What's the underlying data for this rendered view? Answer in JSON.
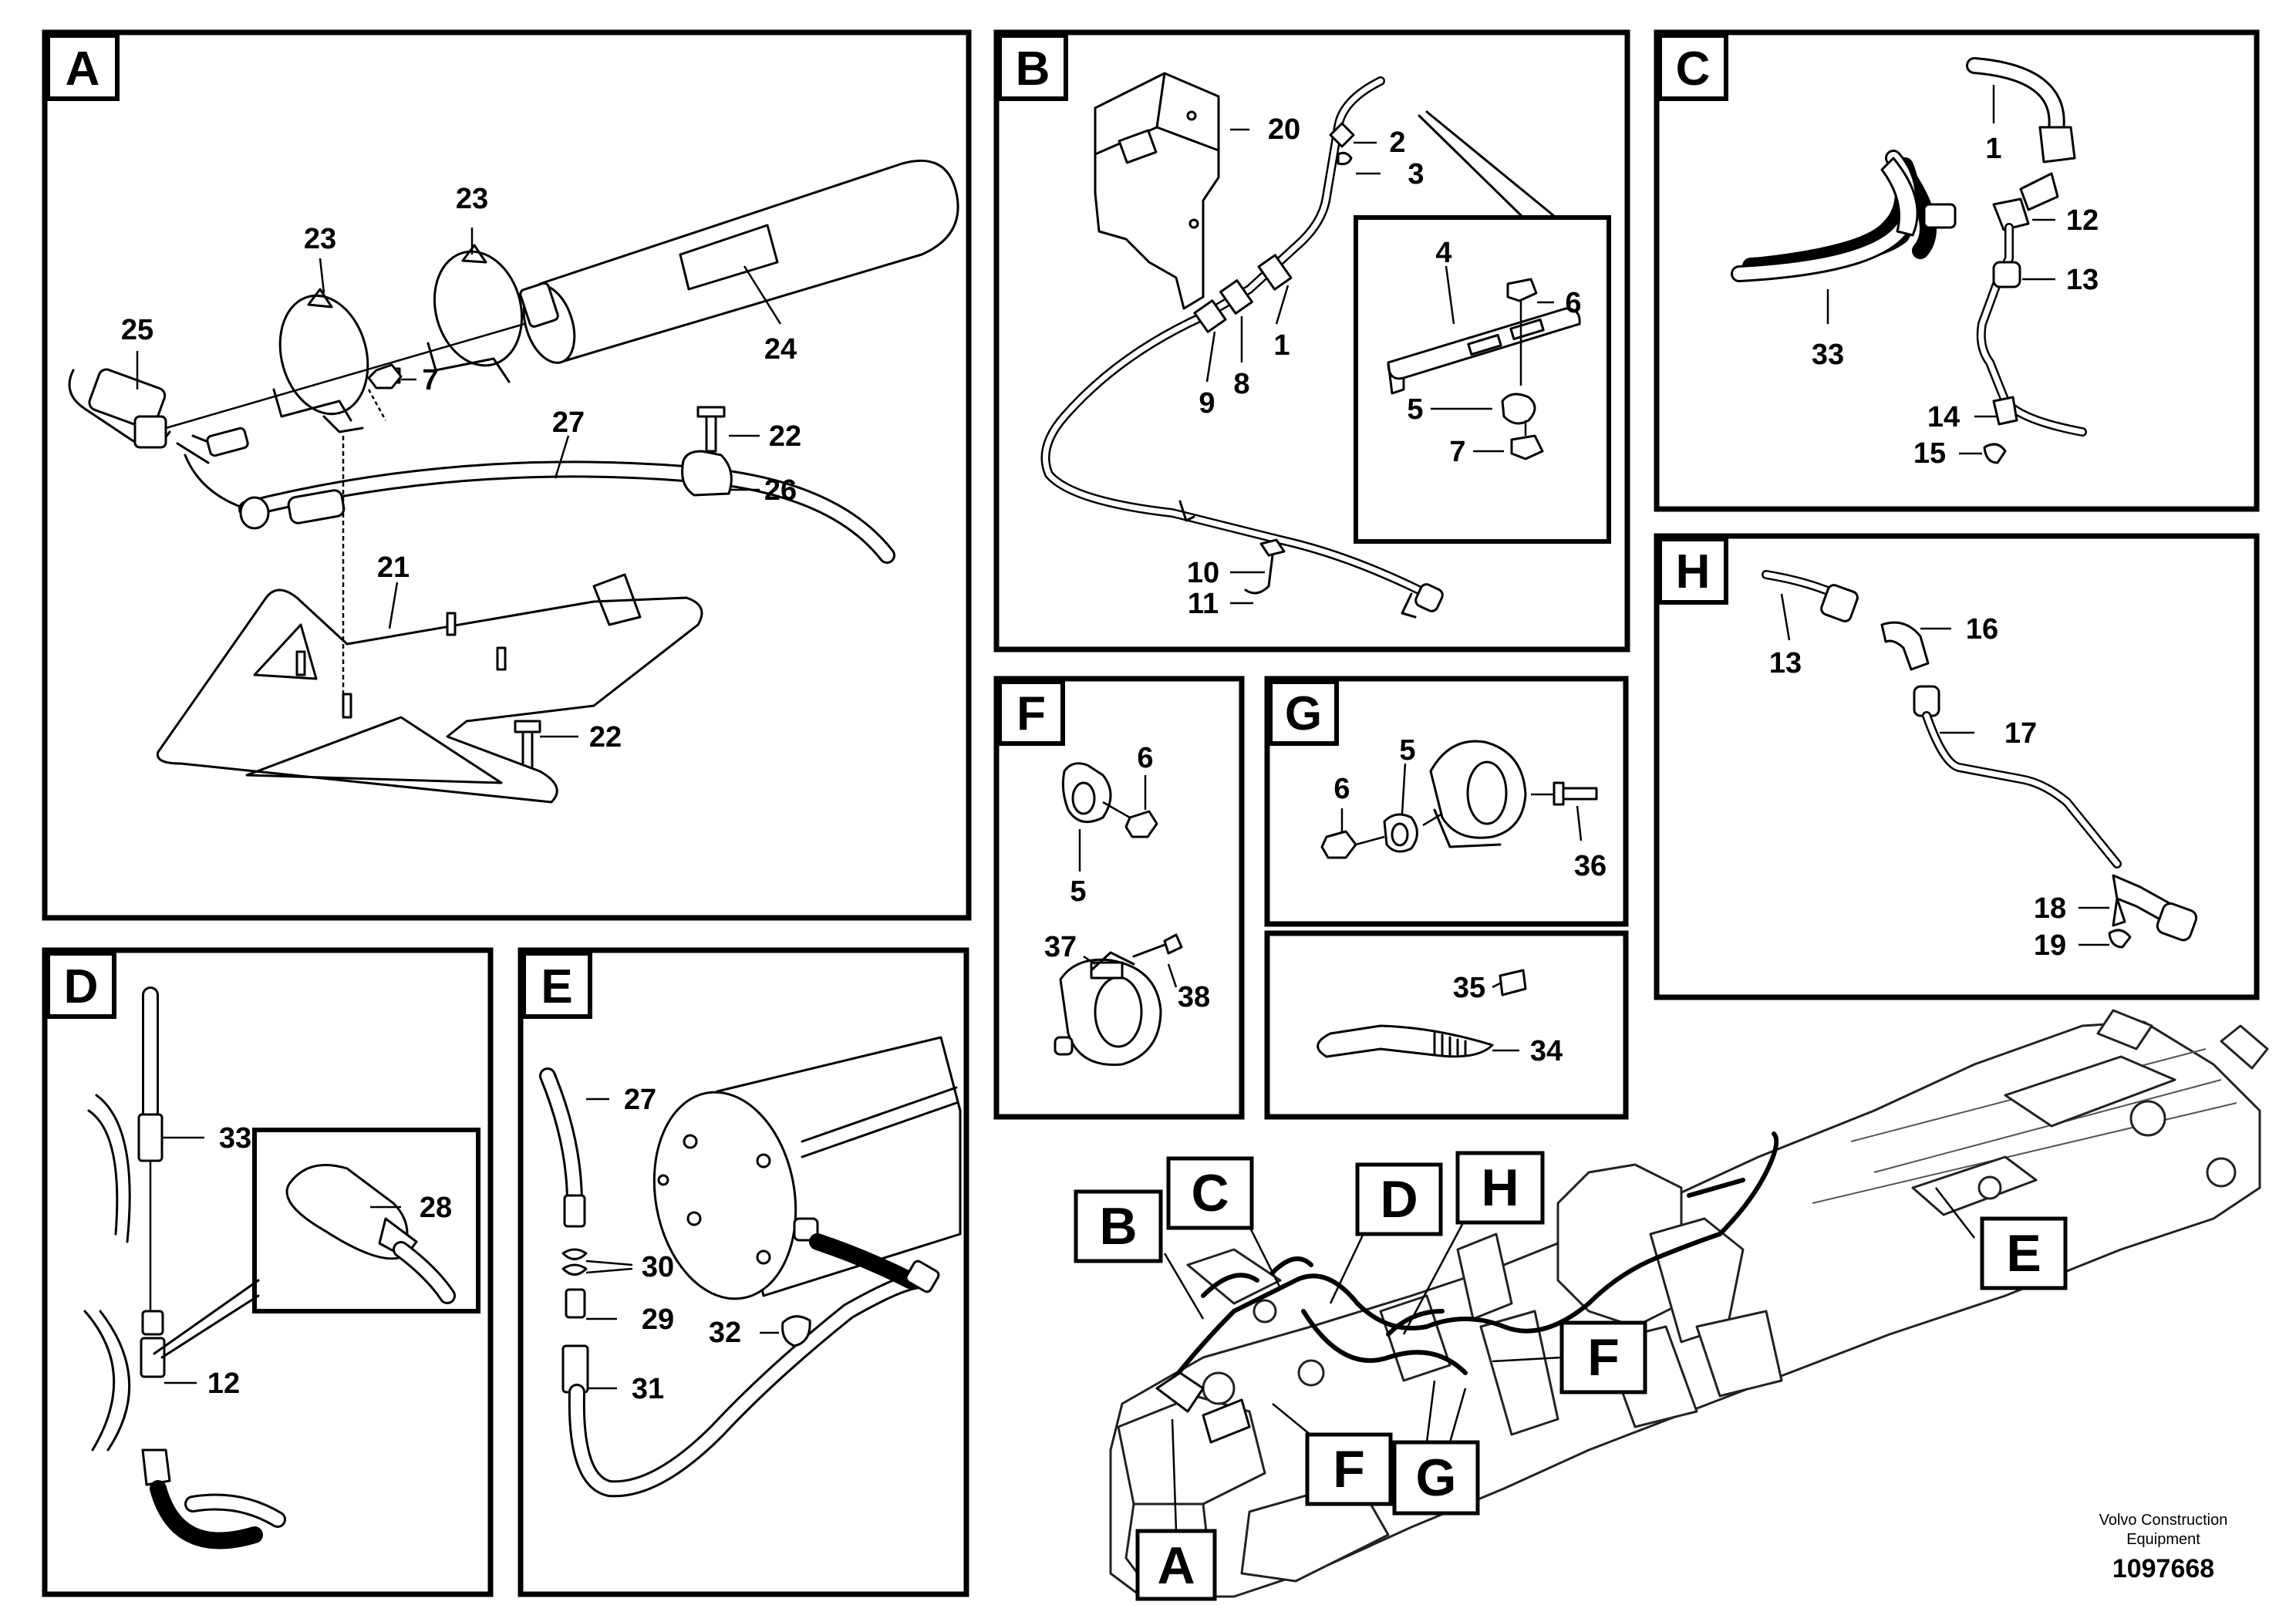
{
  "panels": [
    {
      "id": "A",
      "letter": "A",
      "callouts": [
        "25",
        "23",
        "23",
        "7",
        "24",
        "27",
        "22",
        "26",
        "21",
        "22"
      ]
    },
    {
      "id": "B",
      "letter": "B",
      "callouts": [
        "20",
        "2",
        "3",
        "1",
        "8",
        "9",
        "4",
        "6",
        "5",
        "7",
        "10",
        "11"
      ]
    },
    {
      "id": "C",
      "letter": "C",
      "callouts": [
        "1",
        "12",
        "33",
        "13",
        "14",
        "15"
      ]
    },
    {
      "id": "D",
      "letter": "D",
      "callouts": [
        "33",
        "28",
        "12"
      ]
    },
    {
      "id": "E",
      "letter": "E",
      "callouts": [
        "27",
        "30",
        "29",
        "32",
        "31"
      ]
    },
    {
      "id": "F",
      "letter": "F",
      "callouts": [
        "6",
        "5",
        "37",
        "38"
      ]
    },
    {
      "id": "G",
      "letter": "G",
      "callouts": [
        "5",
        "6",
        "36"
      ]
    },
    {
      "id": "G2",
      "letter": "",
      "callouts": [
        "35",
        "34"
      ]
    },
    {
      "id": "H",
      "letter": "H",
      "callouts": [
        "13",
        "16",
        "17",
        "18",
        "19"
      ]
    }
  ],
  "overview": {
    "callouts": [
      "B",
      "C",
      "D",
      "H",
      "E",
      "F",
      "F",
      "G",
      "A"
    ]
  },
  "footer": {
    "company_line1": "Volvo Construction",
    "company_line2": "Equipment",
    "drawing_number": "1097668"
  }
}
